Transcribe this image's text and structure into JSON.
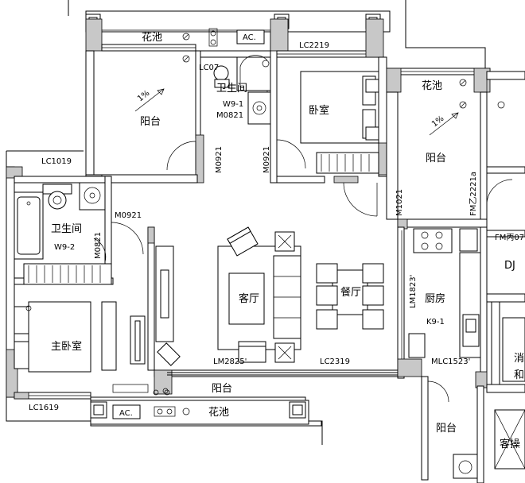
{
  "rooms": {
    "balcony_nw": "阳台",
    "bathroom_top": "卫生间",
    "bedroom_top": "卧室",
    "balcony_ne": "阳台",
    "bathroom_left": "卫生间",
    "master_bedroom": "主卧室",
    "living_room": "客厅",
    "dining_room": "餐厅",
    "kitchen": "厨房",
    "balcony_bottom": "阳台",
    "balcony_se": "阳台",
    "dj": "DJ",
    "right_edge_1": "消",
    "right_edge_2": "和",
    "right_edge_3": "客操",
    "flower_top": "花池",
    "flower_right": "花池",
    "flower_bottom": "花池"
  },
  "codes": {
    "lc2219": "LC2219",
    "lc1019": "LC1019",
    "lc1619": "LC1619",
    "lc2319": "LC2319",
    "lm2825": "LM2825'",
    "mlc1523": "MLC1523'",
    "lm1823": "LM1823'",
    "m0921_a": "M0921",
    "m0921_b": "M0921",
    "m0921_c": "M0921",
    "m0821_top": "M0821",
    "m0821_left": "M0821",
    "m1021": "M1021",
    "fm2221a": "FM乙2221a",
    "fm07": "FM丙07",
    "w9_1": "W9-1",
    "w9_2": "W9-2",
    "k9_1": "K9-1",
    "lc07": "LC07",
    "ac_top": "AC.",
    "ac_bottom": "AC.",
    "slope_1": "1%",
    "slope_2": "1%"
  }
}
